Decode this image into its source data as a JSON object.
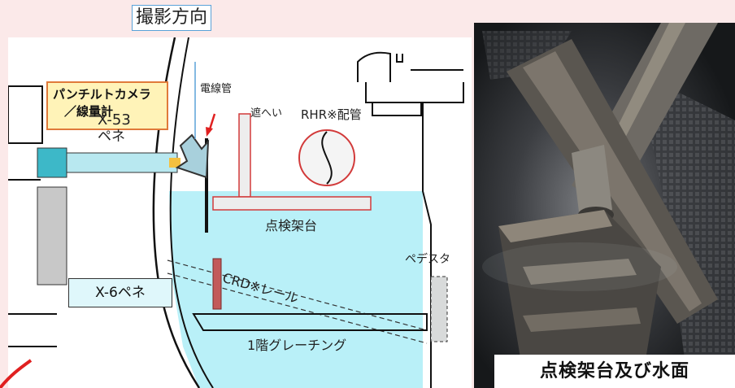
{
  "direction_label": "撮影方向",
  "diagram": {
    "camera_box_line1": "パンチルトカメラ",
    "camera_box_line2": "／線量計",
    "x53_line1": "X-53",
    "x53_line2": "ペネ",
    "cable_pipe": "電線管",
    "shield": "遮へい",
    "rhr_pipe": "RHR※配管",
    "inspection_platform": "点検架台",
    "x6_pene": "X-6ペネ",
    "pedestal": "ペデスタ",
    "crd_rail": "CRD※レール",
    "grating_1f": "1階グレーチング",
    "colors": {
      "water": "#b9f0f8",
      "camera_box_border": "#e07a3a",
      "camera_box_fill": "#fff3b8",
      "arrow": "#e02020",
      "rhr_circle": "#d23a3a"
    }
  },
  "photo": {
    "caption": "点検架台及び水面"
  }
}
